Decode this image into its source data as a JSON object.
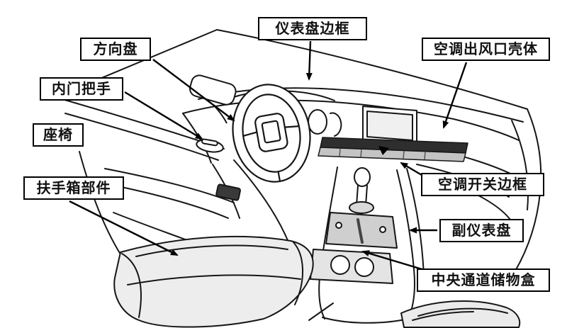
{
  "diagram": {
    "type": "annotated-line-drawing",
    "subject": "car-interior-parts",
    "colors": {
      "background": "#ffffff",
      "line": "#161616",
      "label_border": "#000000",
      "label_background": "#ffffff"
    },
    "labels": {
      "steering_wheel": "方向盘",
      "dashboard_bezel": "仪表盘边框",
      "ac_outlet_housing": "空调出风口壳体",
      "inner_door_handle": "内门把手",
      "seat": "座椅",
      "armrest_box": "扶手箱部件",
      "ac_switch_bezel": "空调开关边框",
      "secondary_dash": "副仪表盘",
      "center_tunnel_storage": "中央通道储物盒"
    }
  }
}
